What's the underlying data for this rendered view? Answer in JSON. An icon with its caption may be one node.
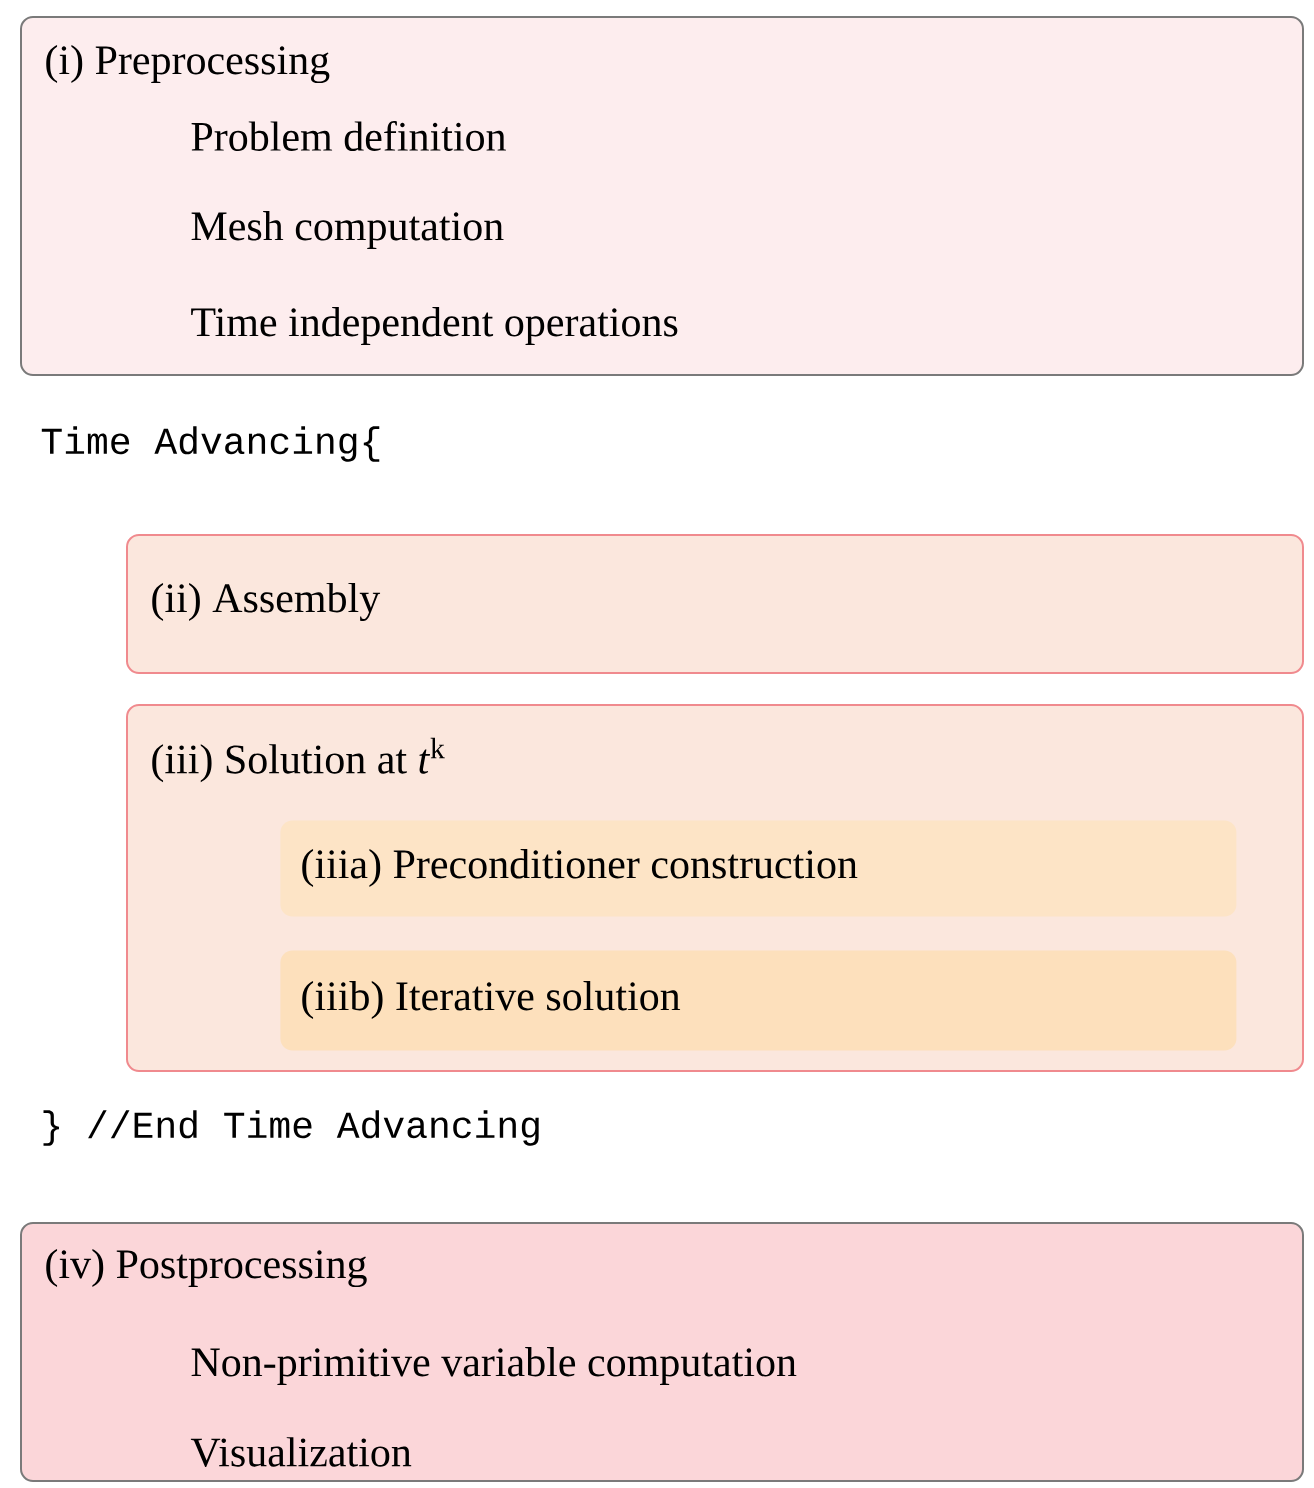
{
  "diagram": {
    "nodes": [
      {
        "text": [
          "(i) Preprocessing",
          "Problem definition",
          "Mesh computation",
          "Time independent operations"
        ]
      },
      {
        "text": [
          "(ii) Assembly"
        ]
      },
      {
        "text": [
          "(iii) Solution at *t*$^{k}$"
        ]
      },
      {
        "text": [
          "(iiia) Preconditioner construction"
        ],
        "in": 2
      },
      {
        "text": [
          "(iiib) Iterative solution"
        ],
        "in": 2
      },
      {
        "text": [
          "(iv) Postprocessing",
          "Non-primitive variable computation",
          "Visualization"
        ]
      }
    ],
    "labels": [
      "Time Advancing{",
      "} //End Time Advancing"
    ]
  }
}
